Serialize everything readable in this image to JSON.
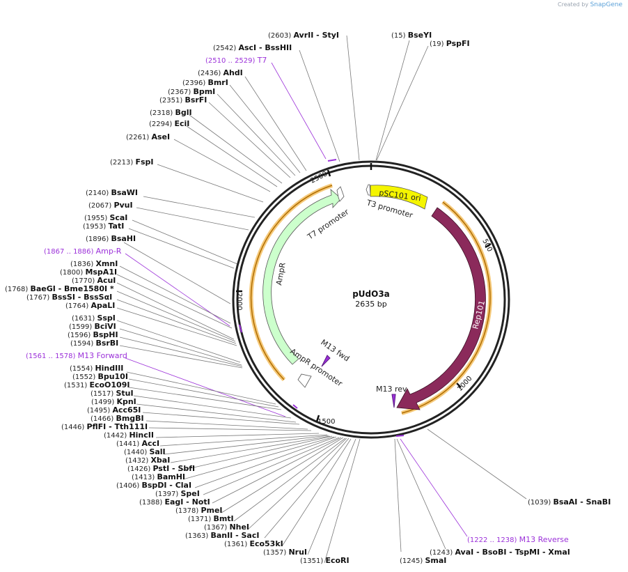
{
  "credit": {
    "prefix": "Created by",
    "brand": "SnapGene"
  },
  "plasmid": {
    "name": "pUdO3a",
    "length": "2635 bp"
  },
  "ticks": [
    "500",
    "1000",
    "1500",
    "2000",
    "2500"
  ],
  "features": [
    {
      "label": "pSC101 ori",
      "color": "#f5f500"
    },
    {
      "label": "Rep101",
      "color": "#8b2a5b"
    },
    {
      "label": "AmpR",
      "color": "#ccffcc"
    },
    {
      "label": "AmpR promoter",
      "color": "#ffffff"
    },
    {
      "label": "T7 promoter",
      "color": "#ffffff"
    },
    {
      "label": "T3 promoter",
      "color": "#ffffff"
    },
    {
      "label": "M13 fwd",
      "color": "#9b30d9"
    },
    {
      "label": "M13 rev",
      "color": "#9b30d9"
    }
  ],
  "labels": [
    {
      "pos": "(2603)",
      "name": "AvrII",
      "extra": "- StyI",
      "fnum": "",
      "fname": ""
    },
    {
      "pos": "(15)",
      "name": "BseYI",
      "extra": "",
      "fnum": "",
      "fname": ""
    },
    {
      "pos": "(19)",
      "name": "PspFI",
      "extra": "",
      "fnum": "",
      "fname": ""
    },
    {
      "pos": "(2542)",
      "name": "AscI",
      "extra": "- BssHII",
      "fnum": "",
      "fname": ""
    },
    {
      "pos": "",
      "name": "",
      "extra": "",
      "fnum": "(2510 .. 2529)",
      "fname": "T7"
    },
    {
      "pos": "(2436)",
      "name": "AhdI",
      "extra": "",
      "fnum": "",
      "fname": ""
    },
    {
      "pos": "(2396)",
      "name": "BmrI",
      "extra": "",
      "fnum": "",
      "fname": ""
    },
    {
      "pos": "(2367)",
      "name": "BpmI",
      "extra": "",
      "fnum": "",
      "fname": ""
    },
    {
      "pos": "(2351)",
      "name": "BsrFI",
      "extra": "",
      "fnum": "",
      "fname": ""
    },
    {
      "pos": "(2318)",
      "name": "BglI",
      "extra": "",
      "fnum": "",
      "fname": ""
    },
    {
      "pos": "(2294)",
      "name": "EciI",
      "extra": "",
      "fnum": "",
      "fname": ""
    },
    {
      "pos": "(2261)",
      "name": "AseI",
      "extra": "",
      "fnum": "",
      "fname": ""
    },
    {
      "pos": "(2213)",
      "name": "FspI",
      "extra": "",
      "fnum": "",
      "fname": ""
    },
    {
      "pos": "(2140)",
      "name": "BsaWI",
      "extra": "",
      "fnum": "",
      "fname": ""
    },
    {
      "pos": "(2067)",
      "name": "PvuI",
      "extra": "",
      "fnum": "",
      "fname": ""
    },
    {
      "pos": "(1955)",
      "name": "ScaI",
      "extra": "",
      "fnum": "",
      "fname": ""
    },
    {
      "pos": "(1953)",
      "name": "TatI",
      "extra": "",
      "fnum": "",
      "fname": ""
    },
    {
      "pos": "(1896)",
      "name": "BsaHI",
      "extra": "",
      "fnum": "",
      "fname": ""
    },
    {
      "pos": "",
      "name": "",
      "extra": "",
      "fnum": "(1867 .. 1886)",
      "fname": "Amp-R"
    },
    {
      "pos": "(1836)",
      "name": "XmnI",
      "extra": "",
      "fnum": "",
      "fname": ""
    },
    {
      "pos": "(1800)",
      "name": "MspA1I",
      "extra": "",
      "fnum": "",
      "fname": ""
    },
    {
      "pos": "(1770)",
      "name": "AcuI",
      "extra": "",
      "fnum": "",
      "fname": ""
    },
    {
      "pos": "(1768)",
      "name": "BaeGI",
      "extra": "- Bme1580I *",
      "fnum": "",
      "fname": ""
    },
    {
      "pos": "(1767)",
      "name": "BssSI",
      "extra": "- BssSαI",
      "fnum": "",
      "fname": ""
    },
    {
      "pos": "(1764)",
      "name": "ApaLI",
      "extra": "",
      "fnum": "",
      "fname": ""
    },
    {
      "pos": "(1631)",
      "name": "SspI",
      "extra": "",
      "fnum": "",
      "fname": ""
    },
    {
      "pos": "(1599)",
      "name": "BciVI",
      "extra": "",
      "fnum": "",
      "fname": ""
    },
    {
      "pos": "(1596)",
      "name": "BspHI",
      "extra": "",
      "fnum": "",
      "fname": ""
    },
    {
      "pos": "(1594)",
      "name": "BsrBI",
      "extra": "",
      "fnum": "",
      "fname": ""
    },
    {
      "pos": "",
      "name": "",
      "extra": "",
      "fnum": "(1561 .. 1578)",
      "fname": "M13 Forward"
    },
    {
      "pos": "(1554)",
      "name": "HindIII",
      "extra": "",
      "fnum": "",
      "fname": ""
    },
    {
      "pos": "(1552)",
      "name": "Bpu10I",
      "extra": "",
      "fnum": "",
      "fname": ""
    },
    {
      "pos": "(1531)",
      "name": "EcoO109I",
      "extra": "",
      "fnum": "",
      "fname": ""
    },
    {
      "pos": "(1517)",
      "name": "StuI",
      "extra": "",
      "fnum": "",
      "fname": ""
    },
    {
      "pos": "(1499)",
      "name": "KpnI",
      "extra": "",
      "fnum": "",
      "fname": ""
    },
    {
      "pos": "(1495)",
      "name": "Acc65I",
      "extra": "",
      "fnum": "",
      "fname": ""
    },
    {
      "pos": "(1466)",
      "name": "BmgBI",
      "extra": "",
      "fnum": "",
      "fname": ""
    },
    {
      "pos": "(1446)",
      "name": "PflFI",
      "extra": "- Tth111I",
      "fnum": "",
      "fname": ""
    },
    {
      "pos": "(1442)",
      "name": "HincII",
      "extra": "",
      "fnum": "",
      "fname": ""
    },
    {
      "pos": "(1441)",
      "name": "AccI",
      "extra": "",
      "fnum": "",
      "fname": ""
    },
    {
      "pos": "(1440)",
      "name": "SalI",
      "extra": "",
      "fnum": "",
      "fname": ""
    },
    {
      "pos": "(1432)",
      "name": "XbaI",
      "extra": "",
      "fnum": "",
      "fname": ""
    },
    {
      "pos": "(1426)",
      "name": "PstI",
      "extra": "- SbfI",
      "fnum": "",
      "fname": ""
    },
    {
      "pos": "(1413)",
      "name": "BamHI",
      "extra": "",
      "fnum": "",
      "fname": ""
    },
    {
      "pos": "(1406)",
      "name": "BspDI",
      "extra": "- ClaI",
      "fnum": "",
      "fname": ""
    },
    {
      "pos": "(1397)",
      "name": "SpeI",
      "extra": "",
      "fnum": "",
      "fname": ""
    },
    {
      "pos": "(1388)",
      "name": "EagI",
      "extra": "- NotI",
      "fnum": "",
      "fname": ""
    },
    {
      "pos": "(1378)",
      "name": "PmeI",
      "extra": "",
      "fnum": "",
      "fname": ""
    },
    {
      "pos": "(1371)",
      "name": "BmtI",
      "extra": "",
      "fnum": "",
      "fname": ""
    },
    {
      "pos": "(1367)",
      "name": "NheI",
      "extra": "",
      "fnum": "",
      "fname": ""
    },
    {
      "pos": "(1363)",
      "name": "BanII",
      "extra": "- SacI",
      "fnum": "",
      "fname": ""
    },
    {
      "pos": "(1361)",
      "name": "Eco53kI",
      "extra": "",
      "fnum": "",
      "fname": ""
    },
    {
      "pos": "(1357)",
      "name": "NruI",
      "extra": "",
      "fnum": "",
      "fname": ""
    },
    {
      "pos": "(1351)",
      "name": "EcoRI",
      "extra": "",
      "fnum": "",
      "fname": ""
    },
    {
      "pos": "(1245)",
      "name": "SmaI",
      "extra": "",
      "fnum": "",
      "fname": ""
    },
    {
      "pos": "(1243)",
      "name": "AvaI",
      "extra": "- BsoBI - TspMI - XmaI",
      "fnum": "",
      "fname": ""
    },
    {
      "pos": "",
      "name": "",
      "extra": "",
      "fnum": "(1222 .. 1238)",
      "fname": "M13 Reverse"
    },
    {
      "pos": "(1039)",
      "name": "BsaAI",
      "extra": "- SnaBI",
      "fnum": "",
      "fname": ""
    }
  ]
}
